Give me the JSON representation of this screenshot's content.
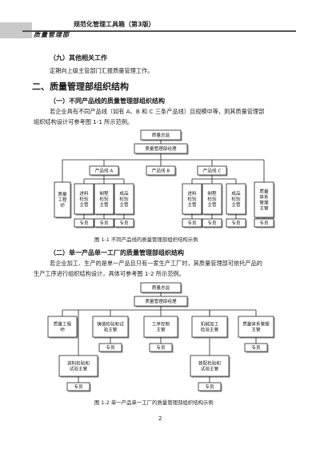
{
  "header": {
    "book_title": "规范化管理工具箱（第3版）",
    "section_label": "质量管理部"
  },
  "section9": {
    "title": "（九）其他相关工作",
    "body": "定期向上级主管部门汇报质量管理工作。"
  },
  "section2": {
    "title": "二、质量管理部组织结构"
  },
  "sub1": {
    "title": "（一）不同产品线的质量管理部组织结构",
    "body_line1": "若企业具有不同产品线（如有 A、B 和 C 三条产品线）且规模中等，则其质量管理部",
    "body_line2": "组织结构设计可参考图 1-1 所示范例。"
  },
  "fig1": {
    "caption": "图 1-1   不同产品线的质量管理部组织结构示例",
    "top": "质量总监",
    "manager": "质量管理部经理",
    "line_a": "产品线 A",
    "line_b": "产品线 B",
    "line_c": "产品线 C",
    "qe": "质量工程师",
    "qs": "质量体系管理主管",
    "incoming": "进料检验主管",
    "process": "制程检验主管",
    "finished": "成品检验主管",
    "staff": "专员"
  },
  "sub2": {
    "title": "（二）单一产品单一工厂的质量管理部组织结构",
    "body_line1": "若企业加工、生产的是单一产品且只有一家生产工厂时，其质量管理部可依托产品的",
    "body_line2": "生产工序进行组织结构设计，具体可参考图 1-2 所示范例。"
  },
  "fig2": {
    "caption": "图 1-2   单一产品单一工厂的质量管理部组织结构示例",
    "top": "质量总监",
    "manager": "质量管理部经理",
    "qe": "质量工程师",
    "casting": "铸造检验和试验主管",
    "process": "工序控制主管",
    "machining": "机械加工检验主管",
    "qs": "质量体系管理主管",
    "incoming": "进料检验和试验主管",
    "assembly": "装配检验和试验主管",
    "staff": "专员"
  },
  "page_number": "2"
}
